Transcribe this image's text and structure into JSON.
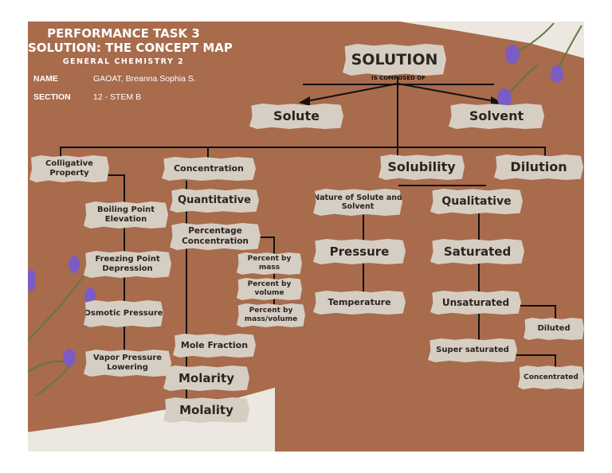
{
  "header": {
    "line1": "PERFORMANCE TASK 3",
    "line2": "SOLUTION: THE CONCEPT MAP",
    "subject": "GENERAL CHEMISTRY 2",
    "name_label": "NAME",
    "name_value": "GAOAT, Breanna Sophia S.",
    "section_label": "SECTION",
    "section_value": "12 - STEM B"
  },
  "map": {
    "root": "SOLUTION",
    "connector": "IS COMPOSED OF",
    "solute": "Solute",
    "solvent": "Solvent",
    "colligative": "Colligative Property",
    "concentration": "Concentration",
    "solubility": "Solubility",
    "dilution": "Dilution",
    "boiling": "Boiling Point Elevation",
    "freezing": "Freezing Point Depression",
    "osmotic": "Osmotic Pressure",
    "vapor": "Vapor Pressure Lowering",
    "quantitative": "Quantitative",
    "percentage": "Percentage Concentration",
    "pct_mass": "Percent by mass",
    "pct_volume": "Percent by volume",
    "pct_mass_volume": "Percent by mass/volume",
    "mole_fraction": "Mole Fraction",
    "molarity": "Molarity",
    "molality": "Molality",
    "nature": "Nature of Solute and Solvent",
    "pressure": "Pressure",
    "temperature": "Temperature",
    "qualitative": "Qualitative",
    "saturated": "Saturated",
    "unsaturated": "Unsaturated",
    "diluted": "Diluted",
    "super_saturated": "Super saturated",
    "concentrated": "Concentrated"
  },
  "colors": {
    "background": "#a86b4c",
    "paper": "#ece7e0",
    "tape": "#d6cec3",
    "text": "#2b2420",
    "flower": "#7b5cc4"
  }
}
